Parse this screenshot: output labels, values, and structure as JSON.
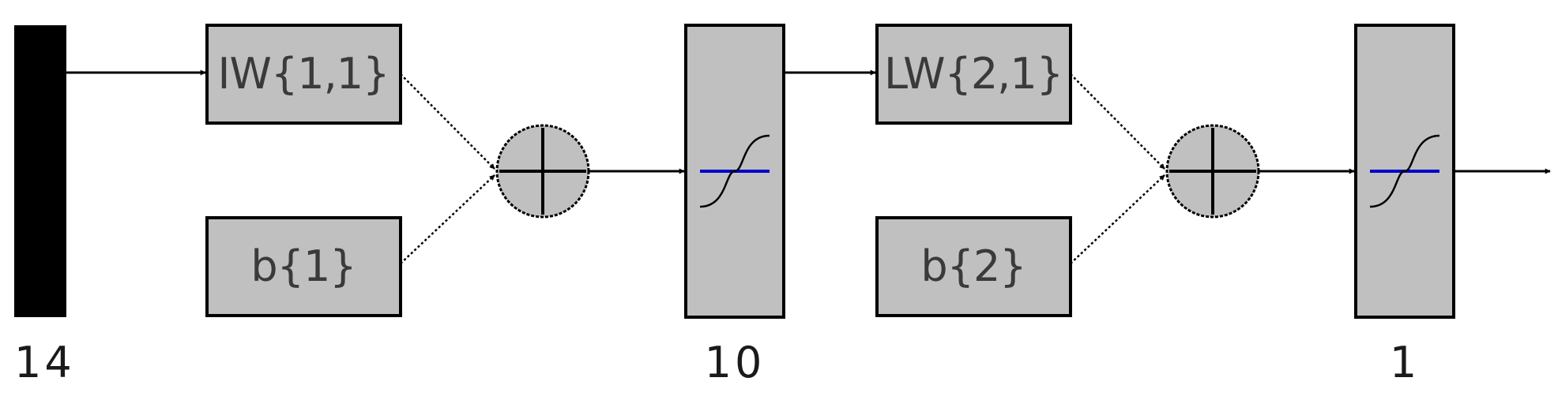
{
  "layer1": {
    "input_size": "14",
    "weight_label": "IW{1,1}",
    "bias_label": "b{1}",
    "output_size": "10"
  },
  "layer2": {
    "weight_label": "LW{2,1}",
    "bias_label": "b{2}",
    "output_size": "1"
  },
  "colors": {
    "box_fill": "#c0c0c0",
    "stroke": "#000000",
    "input_bar": "#000000",
    "transfer_line": "#0000cc",
    "background": "#ffffff"
  },
  "icons": [
    "summation-junction",
    "tansig-transfer-function",
    "arrow-head"
  ]
}
